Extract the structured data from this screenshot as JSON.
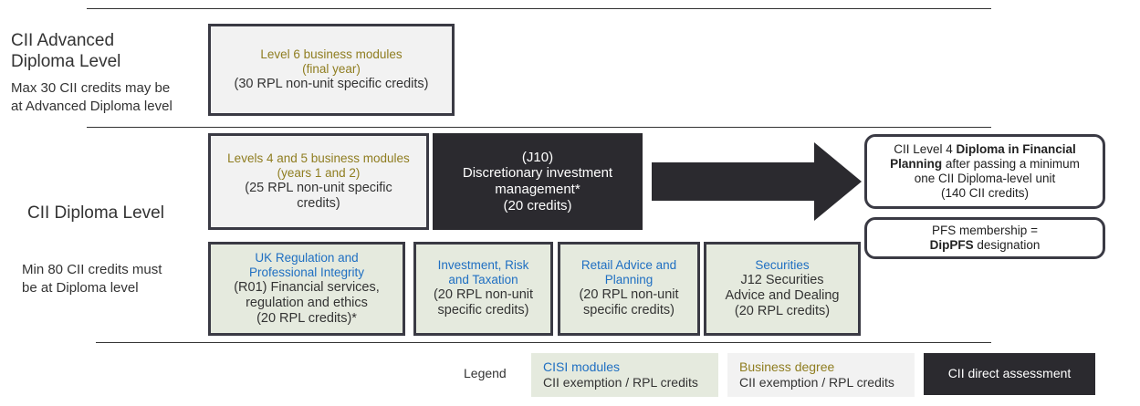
{
  "levels": {
    "advanced": {
      "title_line1": "CII Advanced",
      "title_line2": "Diploma Level",
      "note_line1": "Max 30 CII credits may be",
      "note_line2": "at Advanced Diploma level"
    },
    "diploma": {
      "title": "CII Diploma Level",
      "note_line1": "Min 80 CII credits must",
      "note_line2": "be at Diploma level"
    }
  },
  "boxes": {
    "level6": {
      "line1": "Level 6 business modules",
      "line2": "(final year)",
      "line3": "(30 RPL non-unit specific credits)"
    },
    "level45": {
      "line1": "Levels 4 and 5 business modules",
      "line2": "(years 1 and 2)",
      "line3": "(25 RPL non-unit specific",
      "line4": "credits)"
    },
    "j10": {
      "line1": "(J10)",
      "line2": "Discretionary investment",
      "line3": "management*",
      "line4": "(20 credits)"
    },
    "uk_reg": {
      "line1": "UK Regulation and",
      "line2": "Professional Integrity",
      "line3": "(R01) Financial services,",
      "line4": "regulation and ethics",
      "line5": "(20 RPL credits)*"
    },
    "inv_risk": {
      "line1": "Investment, Risk",
      "line2": "and Taxation",
      "line3": "(20 RPL non-unit",
      "line4": "specific credits)"
    },
    "retail": {
      "line1": "Retail Advice and",
      "line2": "Planning",
      "line3": "(20 RPL non-unit",
      "line4": "specific credits)"
    },
    "securities": {
      "line1": "Securities",
      "line2": "J12 Securities",
      "line3": "Advice and Dealing",
      "line4": "(20 RPL credits)"
    }
  },
  "outcomes": {
    "dip_pfs": {
      "line1": "CII Level 4 ",
      "line1_bold": "Diploma in Financial",
      "line2_bold": "Planning",
      "line2": " after passing a minimum",
      "line3": "one CII Diploma-level unit",
      "line4": "(140 CII credits)"
    },
    "pfs_membership": {
      "line1": "PFS membership =",
      "line2_bold": "DipPFS",
      "line2": " designation"
    }
  },
  "legend": {
    "label": "Legend",
    "cisi": {
      "title": "CISI modules",
      "sub": "CII exemption / RPL credits",
      "color": "#e5eade"
    },
    "business": {
      "title": "Business degree",
      "sub": "CII exemption / RPL credits",
      "color": "#f2f2f2"
    },
    "direct": {
      "title": "CII direct assessment",
      "color": "#2b2a2f"
    }
  },
  "colors": {
    "business_text": "#8f7d20",
    "cisi_text": "#1f6fc2",
    "border": "#3a3a44"
  }
}
